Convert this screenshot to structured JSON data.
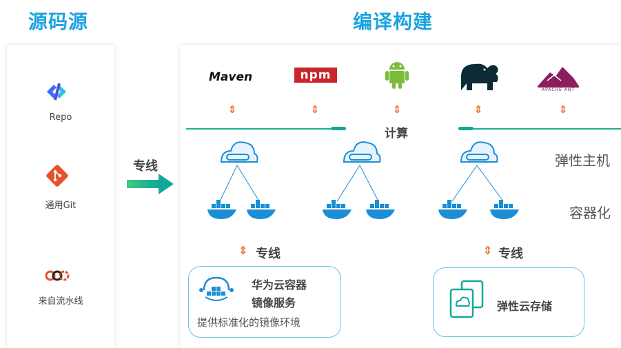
{
  "headers": {
    "source": "源码源",
    "build": "编译构建"
  },
  "sources": [
    {
      "label": "Repo",
      "icon": "repo-icon"
    },
    {
      "label": "通用Git",
      "icon": "git-icon"
    },
    {
      "label": "来自流水线",
      "icon": "pipeline-icon"
    }
  ],
  "connector": {
    "label": "专线"
  },
  "tools": [
    {
      "label": "Maven",
      "icon": "maven-logo"
    },
    {
      "label": "npm",
      "icon": "npm-logo"
    },
    {
      "label": "",
      "icon": "android-icon"
    },
    {
      "label": "",
      "icon": "gradle-elephant-icon"
    },
    {
      "label": "APACHE ANT",
      "icon": "ant-logo"
    }
  ],
  "compute_label": "计算",
  "layers": {
    "host": "弹性主机",
    "container": "容器化"
  },
  "bottom": {
    "left_link": "专线",
    "right_link": "专线",
    "swr_title_1": "华为云容器",
    "swr_title_2": "镜像服务",
    "swr_desc": "提供标准化的镜像环境",
    "storage_title": "弹性云存储"
  },
  "colors": {
    "accent": "#1aa3e0",
    "orange": "#f26b2a",
    "green": "#19b18a",
    "teal": "#13a79a"
  }
}
